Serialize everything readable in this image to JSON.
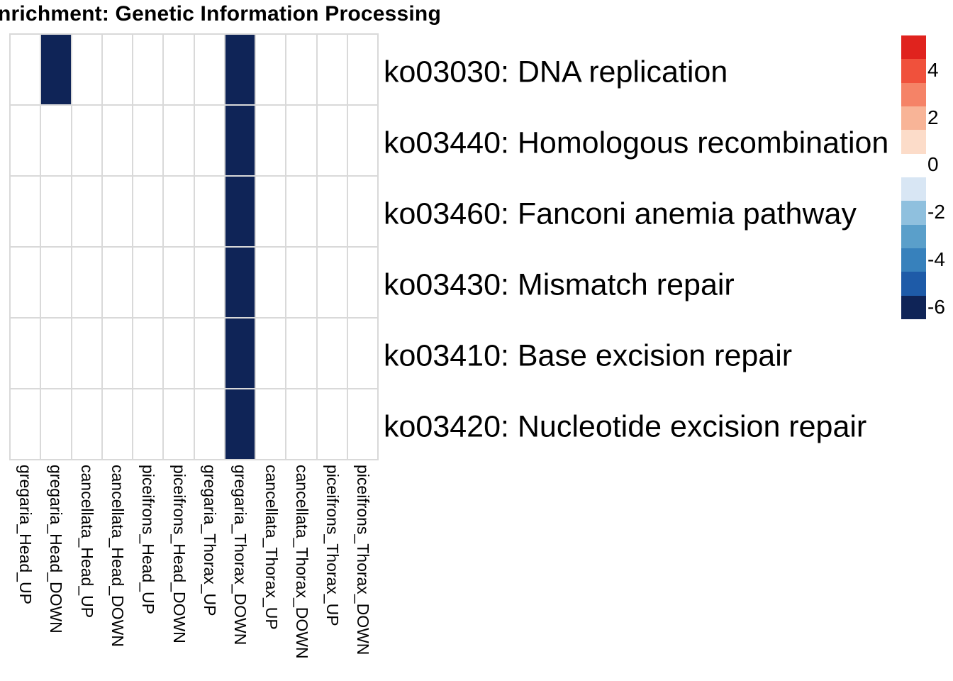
{
  "header": {
    "title": "nrichment: Genetic Information Processing"
  },
  "chart_data": {
    "type": "heatmap",
    "title": "nrichment: Genetic Information Processing",
    "columns": [
      "gregaria_Head_UP",
      "gregaria_Head_DOWN",
      "cancellata_Head_UP",
      "cancellata_Head_DOWN",
      "piceifrons_Head_UP",
      "piceifrons_Head_DOWN",
      "gregaria_Thorax_UP",
      "gregaria_Thorax_DOWN",
      "cancellata_Thorax_UP",
      "cancellata_Thorax_DOWN",
      "piceifrons_Thorax_UP",
      "piceifrons_Thorax_DOWN"
    ],
    "rows": [
      "ko03030: DNA replication",
      "ko03440: Homologous recombination",
      "ko03460: Fanconi anemia pathway",
      "ko03430: Mismatch repair",
      "ko03410: Base excision repair",
      "ko03420: Nucleotide excision repair"
    ],
    "values": [
      [
        0,
        -6,
        0,
        0,
        0,
        0,
        0,
        -6,
        0,
        0,
        0,
        0
      ],
      [
        0,
        0,
        0,
        0,
        0,
        0,
        0,
        -6,
        0,
        0,
        0,
        0
      ],
      [
        0,
        0,
        0,
        0,
        0,
        0,
        0,
        -6,
        0,
        0,
        0,
        0
      ],
      [
        0,
        0,
        0,
        0,
        0,
        0,
        0,
        -6,
        0,
        0,
        0,
        0
      ],
      [
        0,
        0,
        0,
        0,
        0,
        0,
        0,
        -6,
        0,
        0,
        0,
        0
      ],
      [
        0,
        0,
        0,
        0,
        0,
        0,
        0,
        -6,
        0,
        0,
        0,
        0
      ]
    ],
    "value_colors": {
      "0": "#ffffff",
      "-6": "#0f2457"
    },
    "grid_color": "#d9d9d9",
    "legend": {
      "position": "right",
      "blocks": [
        {
          "value": 5,
          "color": "#e0231e"
        },
        {
          "value": 4,
          "color": "#f0513c"
        },
        {
          "value": 3,
          "color": "#f58367"
        },
        {
          "value": 2,
          "color": "#f8b497"
        },
        {
          "value": 1,
          "color": "#fcdcc9"
        },
        {
          "value": 0,
          "color": "#ffffff"
        },
        {
          "value": -1,
          "color": "#d8e6f4"
        },
        {
          "value": -2,
          "color": "#8fc0de"
        },
        {
          "value": -3,
          "color": "#5a9fca"
        },
        {
          "value": -4,
          "color": "#3781bc"
        },
        {
          "value": -5,
          "color": "#1e5ba8"
        },
        {
          "value": -6,
          "color": "#0f2457"
        }
      ],
      "ticks": [
        {
          "label": "4",
          "block": 2
        },
        {
          "label": "2",
          "block": 4
        },
        {
          "label": "0",
          "block": 6
        },
        {
          "label": "-2",
          "block": 8
        },
        {
          "label": "-4",
          "block": 10
        },
        {
          "label": "-6",
          "block": 12
        }
      ]
    }
  }
}
